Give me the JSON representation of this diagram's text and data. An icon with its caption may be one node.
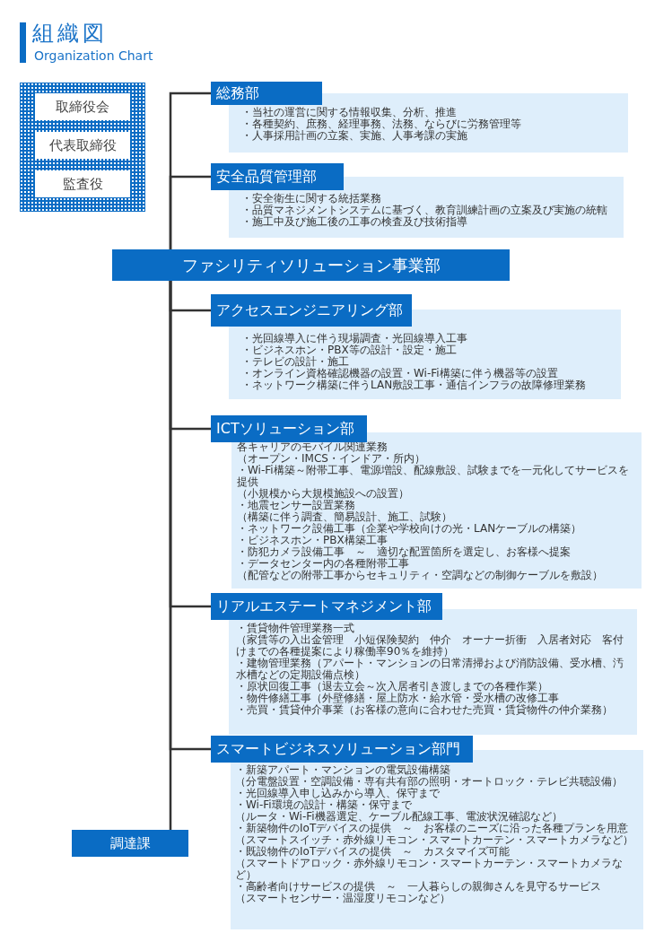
{
  "diagram": {
    "title": "組織図",
    "nodes": [
      {
        "text": [],
        "shape": "box"
      },
      {
        "text": [
          "取締役会"
        ],
        "in": 0
      },
      {
        "text": [
          "代表取締役"
        ],
        "in": 0
      },
      {
        "text": [
          "監査役"
        ],
        "in": 0
      },
      {
        "text": [
          "総務部",
          "・当社の運営に関する情報収集、分析、推進",
          "・各種契約、庶務、経理事務、法務、ならびに労務管理等",
          "・人事採用計画の立案、実施、人事考課の実施"
        ]
      },
      {
        "text": [
          "安全品質管理部",
          "・安全衛生に関する統括業務",
          "・品質マネジメントシステムに基づく、教育訓練計画の立案及び実施の統轄",
          "・施工中及び施工後の工事の検査及び技術指導"
        ]
      },
      {
        "text": [
          "ファシリティソリューション事業部"
        ]
      },
      {
        "text": [
          "アクセスエンジニアリング部",
          "・光回線導入に伴う現場調査・光回線導入工事",
          "・ビジネスホン・PBX等の設計・設定・施工",
          "・テレビの設計・施工",
          "・オンライン資格確認機器の設置・Wi-Fi構築に伴う機器等の設置",
          "・ネットワーク構築に伴うLAN敷設工事・通信インフラの故障修理業務"
        ]
      },
      {
        "text": [
          "ICTソリューション部",
          "各キャリアのモバイル関連業務",
          "（オープン・IMCS・インドア・所内）",
          "・Wi-Fi構築～附帯工事、電源増設、配線敷設、試験までを一元化してサービスを提供",
          "（小規模から大規模施設への設置）",
          "・地震センサー設置業務",
          "（構築に伴う調査、簡易設計、施工、試験）",
          "・ネットワーク設備工事（企業や学校向けの光・LANケーブルの構築）",
          "・ビジネスホン・PBX構築工事",
          "・防犯カメラ設備工事　～　適切な配置箇所を選定し、お客様へ提案",
          "・データセンター内の各種附帯工事",
          "（配管などの附帯工事からセキュリティ・空調などの制御ケーブルを敷設）"
        ]
      },
      {
        "text": [
          "リアルエステートマネジメント部",
          "・賃貸物件管理業務一式",
          "（家賃等の入出金管理　小短保険契約　仲介　オーナー折衝　入居者対応　客付けまでの各種提案により稼働率90％を維持）",
          "・建物管理業務（アパート・マンションの日常清掃および消防設備、受水槽、汚水槽などの定期設備点検）",
          "・原状回復工事（退去立会～次入居者引き渡しまでの各種作業）",
          "・物件修繕工事（外壁修繕・屋上防水・給水管・受水槽の改修工事",
          "・売買・賃貸仲介事業（お客様の意向に合わせた売買・賃貸物件の仲介業務）"
        ]
      },
      {
        "text": [
          "スマートビジネスソリューション部門",
          "・新築アパート・マンションの電気設備構築",
          "（分電盤設置・空調設備・専有共有部の照明・オートロック・テレビ共聴設備）",
          "・光回線導入申し込みから導入、保守まで",
          "・Wi-Fi環境の設計・構築・保守まで",
          "（ルータ・Wi-Fi機器選定、ケーブル配線工事、電波状況確認など）",
          "・新築物件のIoTデバイスの提供　～　お客様のニーズに沿った各種プランを用意",
          "（スマートスイッチ・赤外線リモコン・スマートカーテン・スマートカメラなど）",
          "・既設物件のIoTデバイスの提供　～　カスタマイズ可能",
          "（スマートドアロック・赤外線リモコン・スマートカーテン・スマートカメラなど）",
          "・高齢者向けサービスの提供　～　一人暮らしの親御さんを見守るサービス",
          "（スマートセンサー・温湿度リモコンなど）"
        ]
      },
      {
        "text": [
          "調達課"
        ]
      }
    ],
    "edges": [
      {
        "from": 6,
        "to": 4,
        "arrow": "none"
      },
      {
        "from": 6,
        "to": 5,
        "arrow": "none"
      },
      {
        "from": 6,
        "to": 7,
        "arrow": "none"
      },
      {
        "from": 6,
        "to": 8,
        "arrow": "none"
      },
      {
        "from": 6,
        "to": 9,
        "arrow": "none"
      },
      {
        "from": 6,
        "to": 10,
        "arrow": "none"
      },
      {
        "from": 6,
        "to": 11,
        "arrow": "none"
      }
    ],
    "labels": [
      "Organization Chart"
    ]
  }
}
